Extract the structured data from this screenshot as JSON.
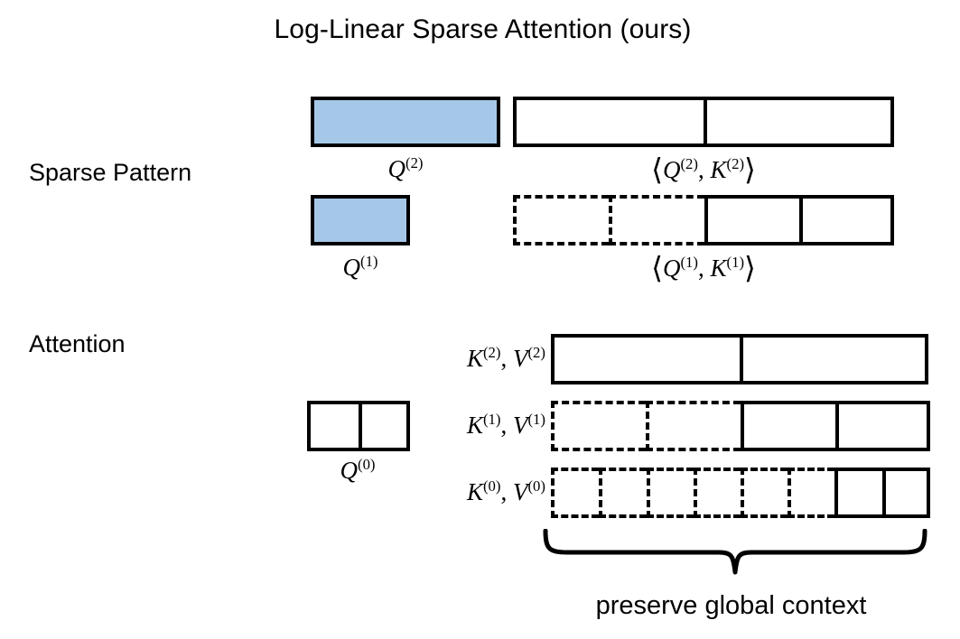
{
  "title": "Log-Linear Sparse Attention (ours)",
  "sections": {
    "sparse_pattern_label": "Sparse Pattern",
    "attention_label": "Attention"
  },
  "sparse_pattern": {
    "rows": [
      {
        "query_label": "Q",
        "query_sup": "(2)",
        "query_box": {
          "fill": "#a5c8e8",
          "style": "solid"
        },
        "score_label_parts": {
          "open": "⟨",
          "q": "Q",
          "q_sup": "(2)",
          "sep": ", ",
          "k": "K",
          "k_sup": "(2)",
          "close": "⟩"
        },
        "cells": [
          {
            "fill": "#b0dfa0",
            "style": "solid"
          },
          {
            "fill": "#3a7d22",
            "style": "solid"
          }
        ]
      },
      {
        "query_label": "Q",
        "query_sup": "(1)",
        "query_box": {
          "fill": "#a5c8e8",
          "style": "solid"
        },
        "score_label_parts": {
          "open": "⟨",
          "q": "Q",
          "q_sup": "(1)",
          "sep": ", ",
          "k": "K",
          "k_sup": "(1)",
          "close": "⟩"
        },
        "cells": [
          {
            "fill": "#ffffff",
            "style": "dashed"
          },
          {
            "fill": "#ffffff",
            "style": "dashed"
          },
          {
            "fill": "#b0dfa0",
            "style": "solid"
          },
          {
            "fill": "#3a7d22",
            "style": "solid"
          }
        ]
      }
    ]
  },
  "attention": {
    "query_label": "Q",
    "query_sup": "(0)",
    "query_cells": [
      {
        "fill": "#a5c8e8",
        "style": "solid"
      },
      {
        "fill": "#a5c8e8",
        "style": "solid"
      }
    ],
    "rows": [
      {
        "label_k": "K",
        "label_k_sup": "(2)",
        "label_sep": ", ",
        "label_v": "V",
        "label_v_sup": "(2)",
        "cells": [
          {
            "fill": "#a5c8e8",
            "style": "solid"
          },
          {
            "fill": "#a5c8e8",
            "style": "solid"
          }
        ]
      },
      {
        "label_k": "K",
        "label_k_sup": "(1)",
        "label_sep": ", ",
        "label_v": "V",
        "label_v_sup": "(1)",
        "cells": [
          {
            "fill": "#ffffff",
            "style": "dashed"
          },
          {
            "fill": "#ffffff",
            "style": "dashed"
          },
          {
            "fill": "#a5c8e8",
            "style": "solid"
          },
          {
            "fill": "#a5c8e8",
            "style": "solid"
          }
        ]
      },
      {
        "label_k": "K",
        "label_k_sup": "(0)",
        "label_sep": ", ",
        "label_v": "V",
        "label_v_sup": "(0)",
        "cells": [
          {
            "fill": "#ffffff",
            "style": "dashed"
          },
          {
            "fill": "#ffffff",
            "style": "dashed"
          },
          {
            "fill": "#ffffff",
            "style": "dashed"
          },
          {
            "fill": "#ffffff",
            "style": "dashed"
          },
          {
            "fill": "#ffffff",
            "style": "dashed"
          },
          {
            "fill": "#ffffff",
            "style": "dashed"
          },
          {
            "fill": "#a5c8e8",
            "style": "solid"
          },
          {
            "fill": "#a5c8e8",
            "style": "solid"
          }
        ]
      }
    ]
  },
  "annotation": {
    "brace_caption": "preserve global context"
  },
  "colors": {
    "blue": "#a5c8e8",
    "light_green": "#b0dfa0",
    "dark_green": "#3a7d22",
    "stroke": "#000000",
    "background": "#ffffff"
  }
}
